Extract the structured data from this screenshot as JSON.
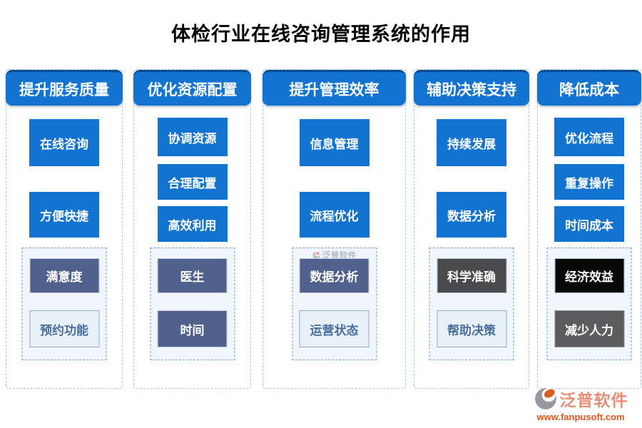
{
  "title": "体检行业在线咨询管理系统的作用",
  "columns": [
    {
      "header": "提升服务质量",
      "boxes": [
        "在线咨询",
        "方便快捷"
      ],
      "sub_boxes": [
        {
          "label": "满意度",
          "style": "slate"
        },
        {
          "label": "预约功能",
          "style": "light"
        }
      ]
    },
    {
      "header": "优化资源配置",
      "boxes": [
        "协调资源",
        "合理配置",
        "高效利用"
      ],
      "sub_boxes": [
        {
          "label": "医生",
          "style": "slate"
        },
        {
          "label": "时间",
          "style": "slate"
        }
      ]
    },
    {
      "header": "提升管理效率",
      "boxes": [
        "信息管理",
        "流程优化"
      ],
      "sub_boxes": [
        {
          "label": "数据分析",
          "style": "slate"
        },
        {
          "label": "运营状态",
          "style": "light"
        }
      ],
      "watermark": "泛普软件"
    },
    {
      "header": "辅助决策支持",
      "boxes": [
        "持续发展",
        "数据分析"
      ],
      "sub_boxes": [
        {
          "label": "科学准确",
          "style": "darkgray"
        },
        {
          "label": "帮助决策",
          "style": "light"
        }
      ]
    },
    {
      "header": "降低成本",
      "boxes": [
        "优化流程",
        "重复操作",
        "时间成本"
      ],
      "sub_boxes": [
        {
          "label": "经济效益",
          "style": "black"
        },
        {
          "label": "减少人力",
          "style": "gray"
        }
      ]
    }
  ],
  "footer": {
    "brand": "泛普软件",
    "url": "www.fanpusoft.com"
  },
  "colors": {
    "primary_blue": "#1274d0",
    "header_edge_navy": "#0b4a8c",
    "slate_box": "#51618d",
    "darkgray_box": "#4a4a4d",
    "gray_box": "#5c5c5e",
    "black_box": "#080808",
    "light_box_bg": "#e9f1f8",
    "light_box_text": "#4a6f9d",
    "subgroup_bg": "#f0f6fb",
    "dashed_border": "#6fa3d6",
    "brand_text": "#e78f75",
    "brand_url": "#e2551f",
    "logo_orange": "#d95f2b",
    "logo_gray": "#97999e"
  }
}
